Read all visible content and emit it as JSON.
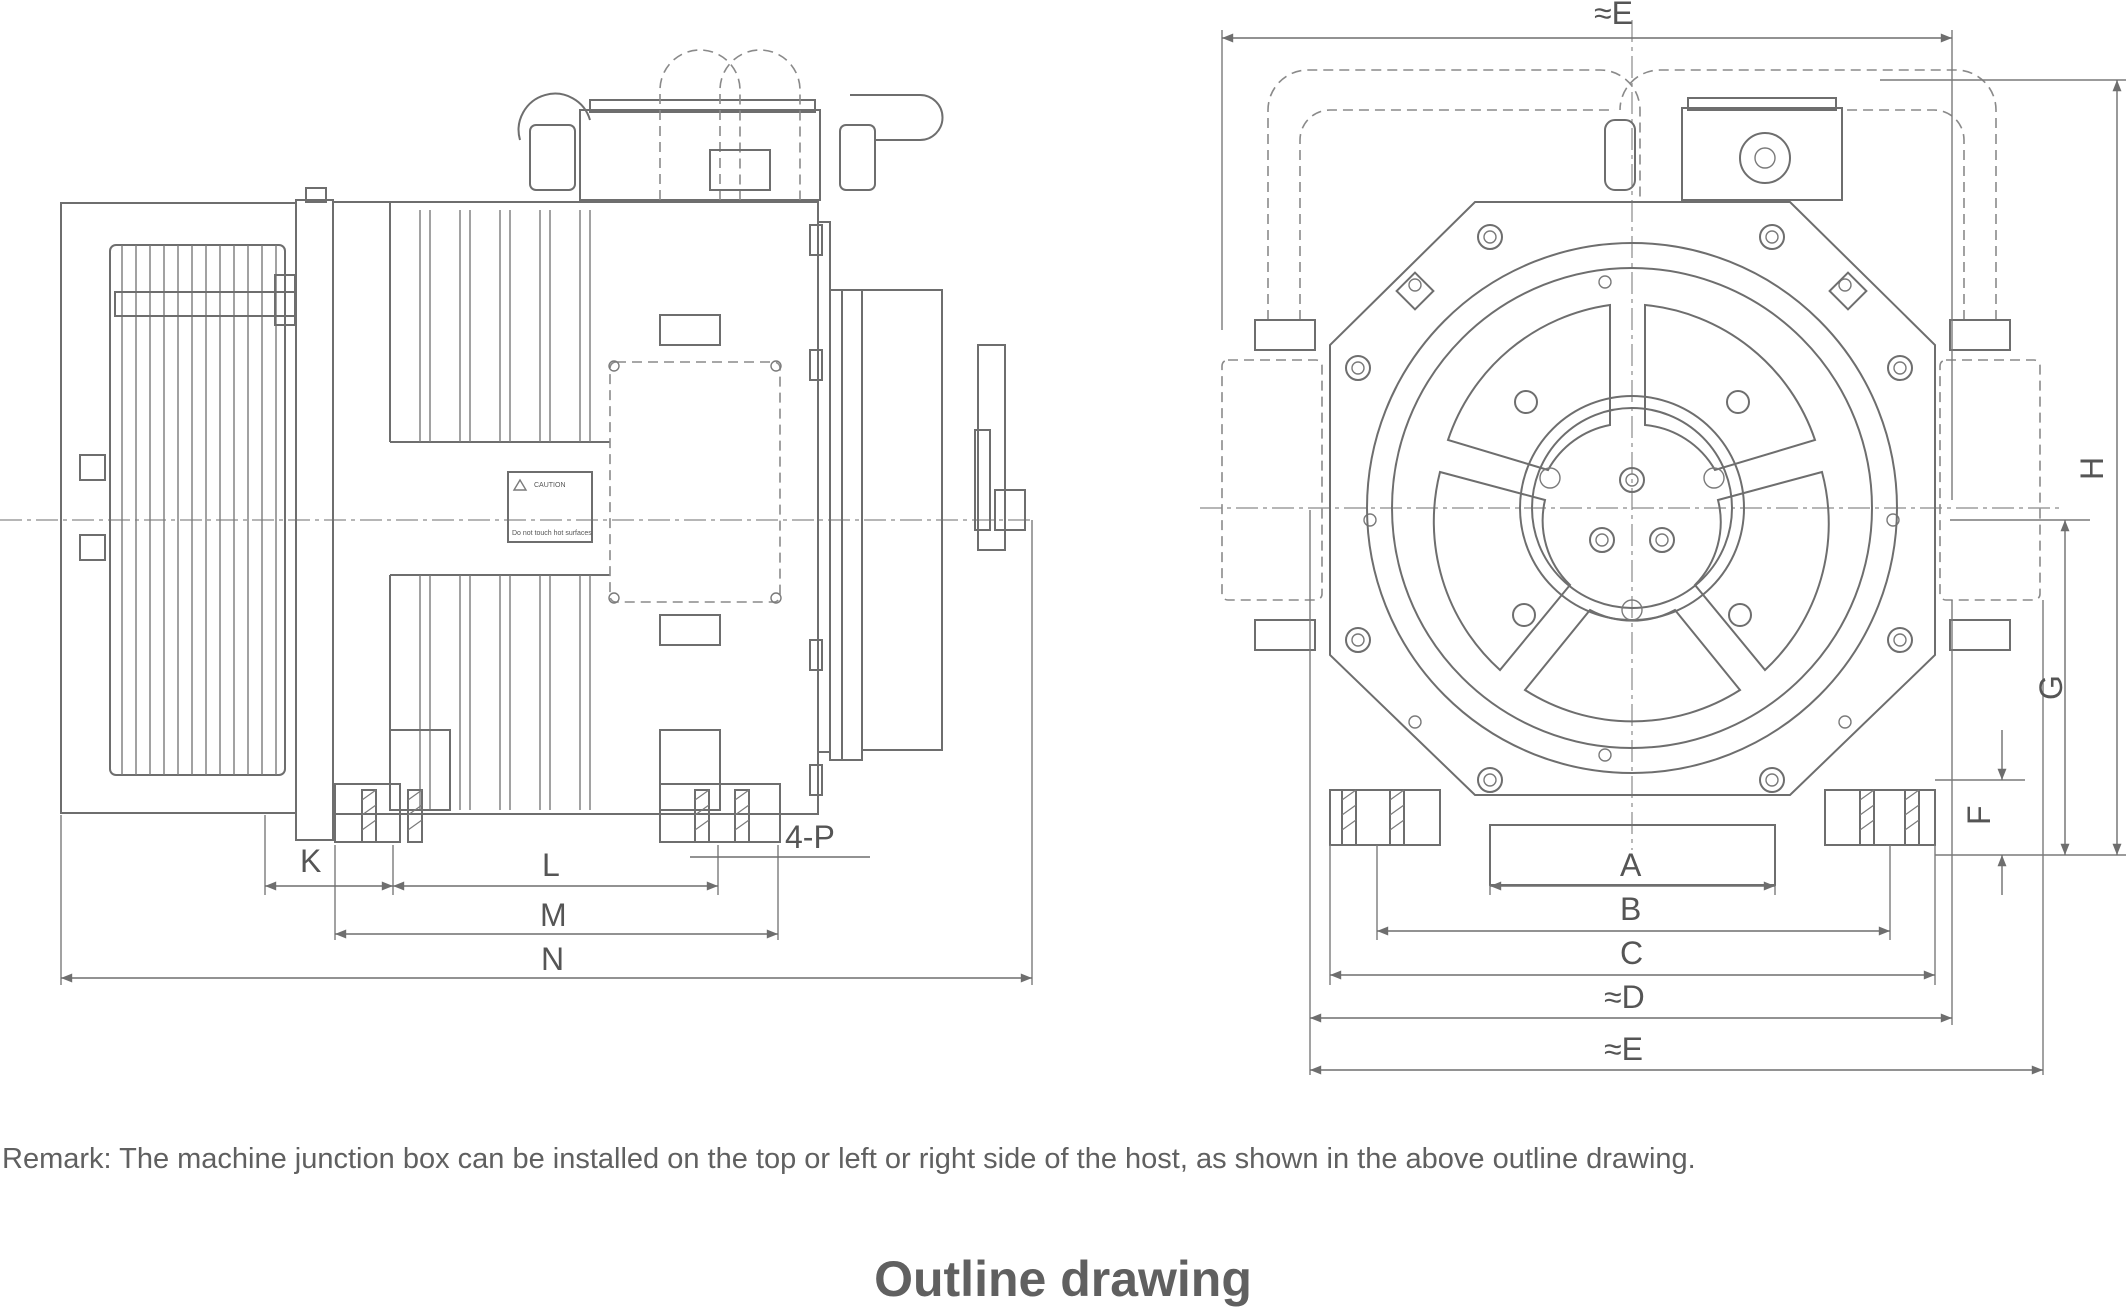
{
  "side_view": {
    "dimensions": {
      "k": "K",
      "l": "L",
      "m": "M",
      "n": "N",
      "p": "4-P"
    },
    "caution_label": "CAUTION",
    "caution_subtext": "Do not touch hot surfaces"
  },
  "front_view": {
    "dimensions": {
      "a": "A",
      "b": "B",
      "c": "C",
      "d": "≈D",
      "e_bottom": "≈E",
      "e_top": "≈E",
      "f": "F",
      "g": "G",
      "h": "H"
    }
  },
  "remark": "Remark: The machine junction box can be installed on the top or left or right side of the host, as shown in the above outline drawing.",
  "caption": "Outline drawing"
}
